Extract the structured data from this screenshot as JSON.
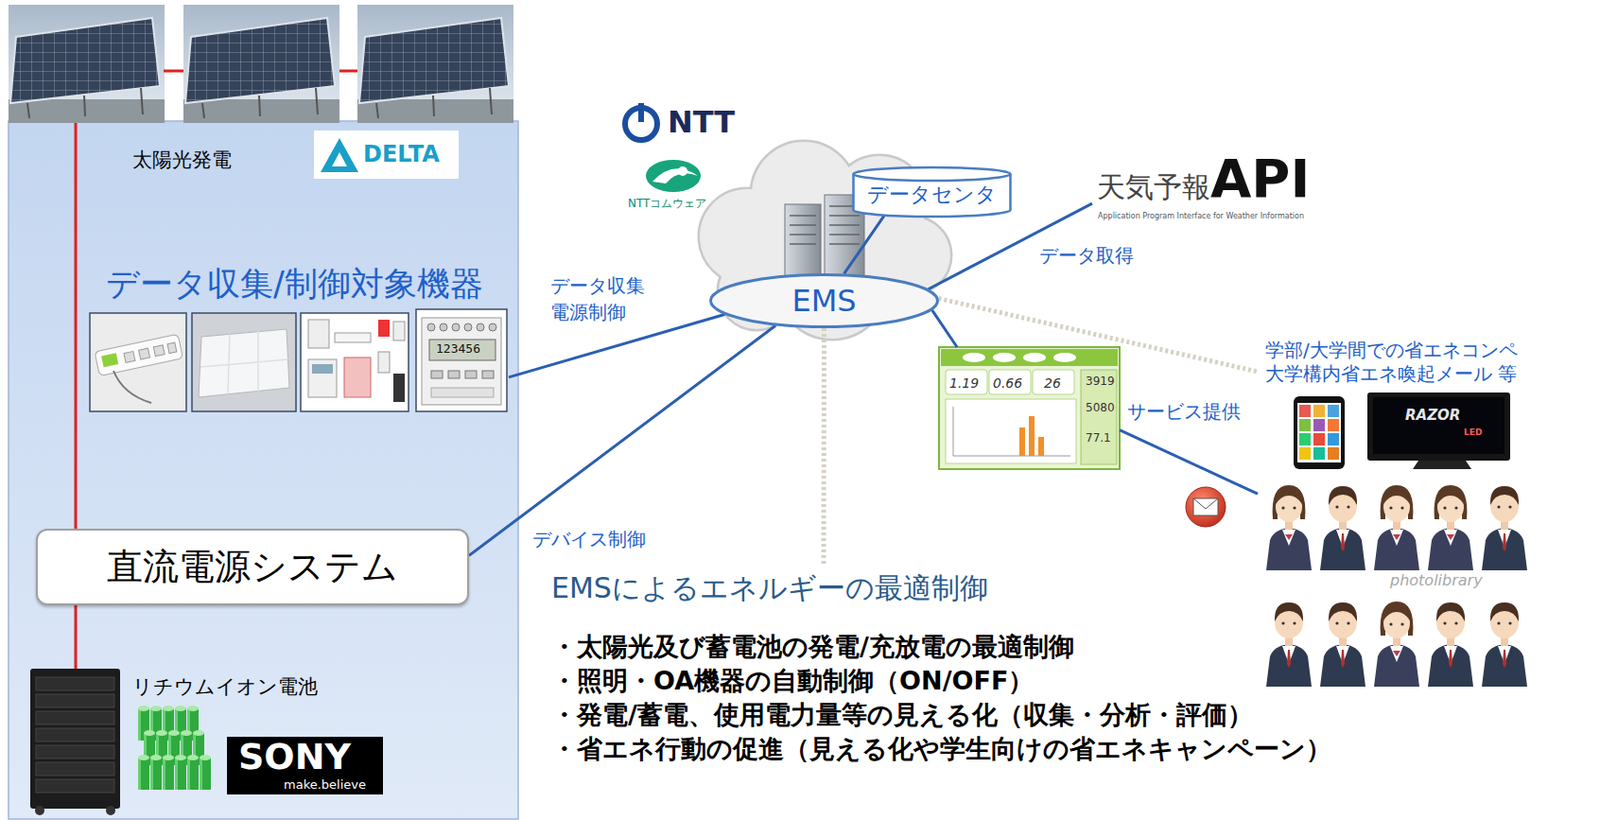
{
  "diagram": {
    "nodes": [
      {
        "text": [
          "太陽光発電",
          "リチウムイオン電池"
        ]
      },
      {
        "text": [
          "データ収集/制御対象機器"
        ],
        "in": 0
      },
      {
        "text": [
          "直流電源システム"
        ],
        "in": 0
      },
      {
        "text": [
          "データセンタ"
        ]
      },
      {
        "text": [
          "EMS"
        ]
      },
      {
        "text": [
          "天気予報API",
          "Application Program Interface for Weather Information"
        ]
      },
      {
        "text": [
          "1.19",
          "0.66",
          "26",
          "3919",
          "5080",
          "77.1"
        ]
      },
      {
        "text": [
          "学部/大学間での省エネコンペ 大学構内省エネ喚起メール 等"
        ]
      },
      {
        "text": [
          "EMSによるエネルギーの最適制御",
          "・太陽光及び蓄電池の発電/充放電の最適制御",
          "・照明・OA機器の自動制御（ON/OFF）",
          "・発電/蓄電、使用電力量等の見える化（収集・分析・評価）",
          "・省エネ行動の促進（見える化や学生向けの省エネキャンペーン）"
        ]
      }
    ],
    "edges": [
      {
        "from": 1,
        "to": 4,
        "label": "データ収集 電源制御",
        "arrow": "none"
      },
      {
        "from": 2,
        "to": 4,
        "label": "デバイス制御",
        "arrow": "none"
      },
      {
        "from": 4,
        "to": 3,
        "arrow": "none"
      },
      {
        "from": 5,
        "to": 4,
        "label": "データ取得",
        "arrow": "none"
      },
      {
        "from": 4,
        "to": 6,
        "arrow": "none"
      },
      {
        "from": 6,
        "to": 7,
        "label": "サービス提供",
        "arrow": "none"
      },
      {
        "from": 4,
        "to": 7,
        "arrow": "none"
      },
      {
        "from": 4,
        "to": 8,
        "arrow": "none"
      }
    ],
    "labels": [
      "DELTA",
      "NTT",
      "NTTコムウェア",
      "123456",
      "SONY",
      "make.believe",
      "RAZOR",
      "LED",
      "photolibrary"
    ]
  }
}
